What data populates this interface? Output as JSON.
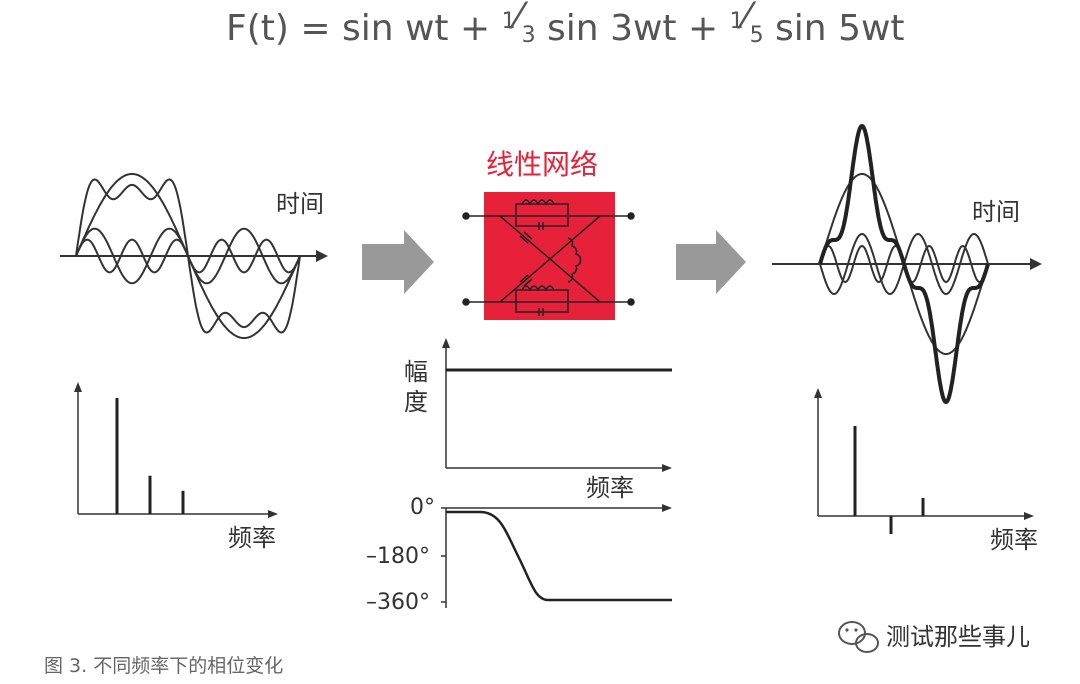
{
  "formula": {
    "F": "F(t) = sin wt + ",
    "one": "1",
    "slash": "⁄",
    "three": "3",
    "mid": " sin 3wt + ",
    "one2": "1",
    "five": "5",
    "tail": " sin 5wt"
  },
  "input_wave": {
    "time_label": "时间"
  },
  "input_spectrum": {
    "freq_label": "频率",
    "amplitudes": [
      1,
      0.33,
      0.2
    ]
  },
  "network": {
    "title": "线性网络",
    "color": "#e8213a"
  },
  "amplitude_plot": {
    "ylabel_top": "幅",
    "ylabel_bottom": "度",
    "xlabel": "频率"
  },
  "phase_plot": {
    "ticks": [
      "0°",
      "–180°",
      "–360°"
    ]
  },
  "output_wave": {
    "time_label": "时间"
  },
  "output_spectrum": {
    "freq_label": "频率",
    "amplitudes": [
      1,
      -0.2,
      0.2
    ]
  },
  "caption": "图 3. 不同频率下的相位变化",
  "watermark": "测试那些事儿",
  "colors": {
    "arrow": "#999999",
    "stroke": "#333333"
  }
}
